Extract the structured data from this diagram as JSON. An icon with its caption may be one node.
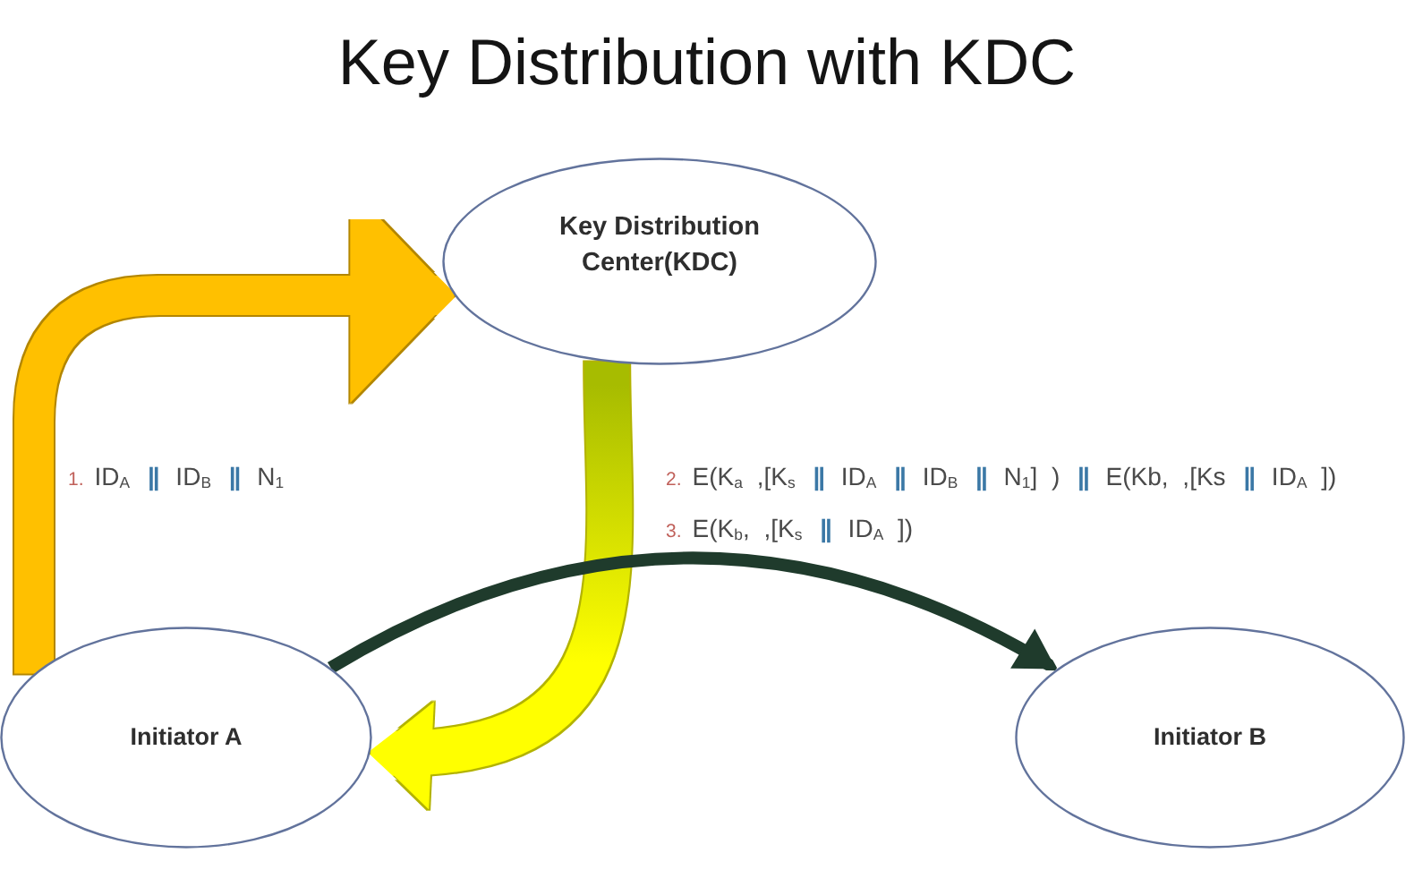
{
  "diagram": {
    "title": "Key Distribution with KDC",
    "nodes": [
      {
        "text": [
          "Key Distribution Center(KDC)"
        ]
      },
      {
        "text": [
          "Initiator A"
        ]
      },
      {
        "text": [
          "Initiator B"
        ]
      }
    ],
    "edges": [
      {
        "from": 1,
        "to": 0,
        "arrow": "to",
        "label": "1. ID$_{A}$ **||** ID$_{B}$ **||** N$_{1}$",
        "style": "thick",
        "color": "#ffc000"
      },
      {
        "from": 0,
        "to": 1,
        "arrow": "to",
        "label": "2. E(K$_{a}$ ,[K$_{s}$ **||** ID$_{A}$ **||** ID$_{B}$ **||** N$_{1}$] ) **||** E(Kb, ,[Ks **||** ID$_{A}$ ])",
        "style": "thick",
        "color": "#ffff00"
      },
      {
        "from": 1,
        "to": 2,
        "arrow": "to",
        "label": "3. E(K$_{b}$, ,[K$_{s}$ **||** ID$_{A}$ ])",
        "color": "#1f3b2c"
      }
    ]
  }
}
